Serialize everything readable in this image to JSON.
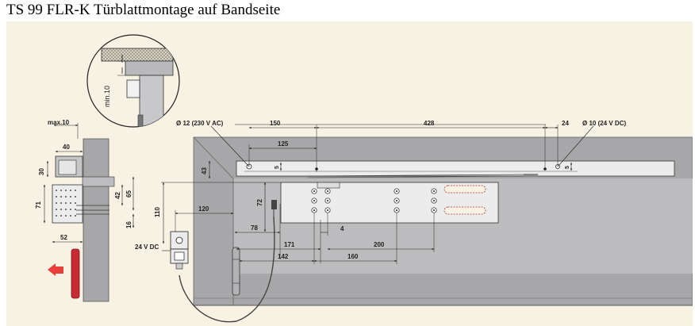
{
  "title": "TS 99 FLR-K Türblattmontage auf Bandseite",
  "detail_label": "min.10",
  "dimensions": {
    "max10": "max.10",
    "d40": "40",
    "d30": "30",
    "d42": "42",
    "d65": "65",
    "d71": "71",
    "d16": "16",
    "d52": "52",
    "d43": "43",
    "d110": "110",
    "d120": "120",
    "d72": "72",
    "d78": "78",
    "d171": "171",
    "d142": "142",
    "d160": "160",
    "d200": "200",
    "d4": "4",
    "d150": "150",
    "d125": "125",
    "d5a": "5",
    "d428": "428",
    "d24": "24",
    "d5b": "5"
  },
  "annotations": {
    "hole_230": "Ø 12 (230 V AC)",
    "hole_24": "Ø 10 (24 V DC)",
    "label_24vdc": "24 V DC"
  },
  "colors": {
    "background": "#f7f2e3",
    "wall": "#a7a7a9",
    "frame": "#bcbcbe",
    "rail": "#ececec",
    "door_handle": "#c62b33",
    "arrow": "#e8403a",
    "dim_line": "#222222"
  },
  "icons": {
    "direction_arrow": "arrow-left-icon"
  }
}
